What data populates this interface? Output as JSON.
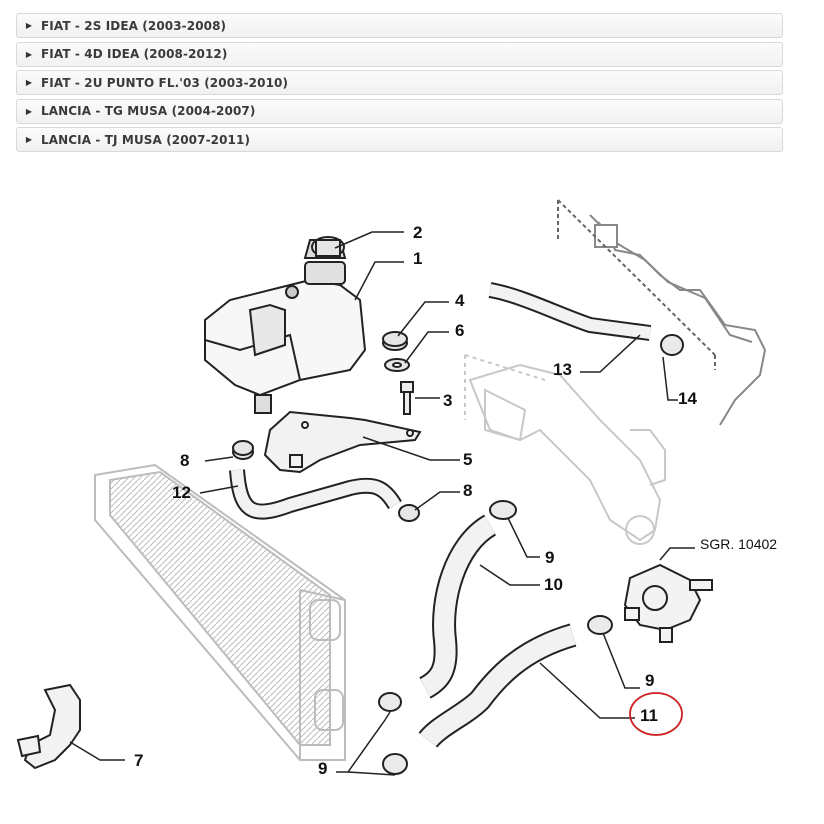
{
  "models": [
    {
      "label": "FIAT - 2S IDEA (2003-2008)"
    },
    {
      "label": "FIAT - 4D IDEA (2008-2012)"
    },
    {
      "label": "FIAT - 2U PUNTO FL.'03 (2003-2010)"
    },
    {
      "label": "LANCIA - TG MUSA (2004-2007)"
    },
    {
      "label": "LANCIA - TJ MUSA (2007-2011)"
    }
  ],
  "diagram": {
    "callouts": [
      "1",
      "2",
      "3",
      "4",
      "5",
      "6",
      "7",
      "8",
      "8",
      "9",
      "9",
      "9",
      "10",
      "11",
      "12",
      "13",
      "14"
    ],
    "reference": "SGR. 10402",
    "highlight_color": "#cc2222"
  }
}
